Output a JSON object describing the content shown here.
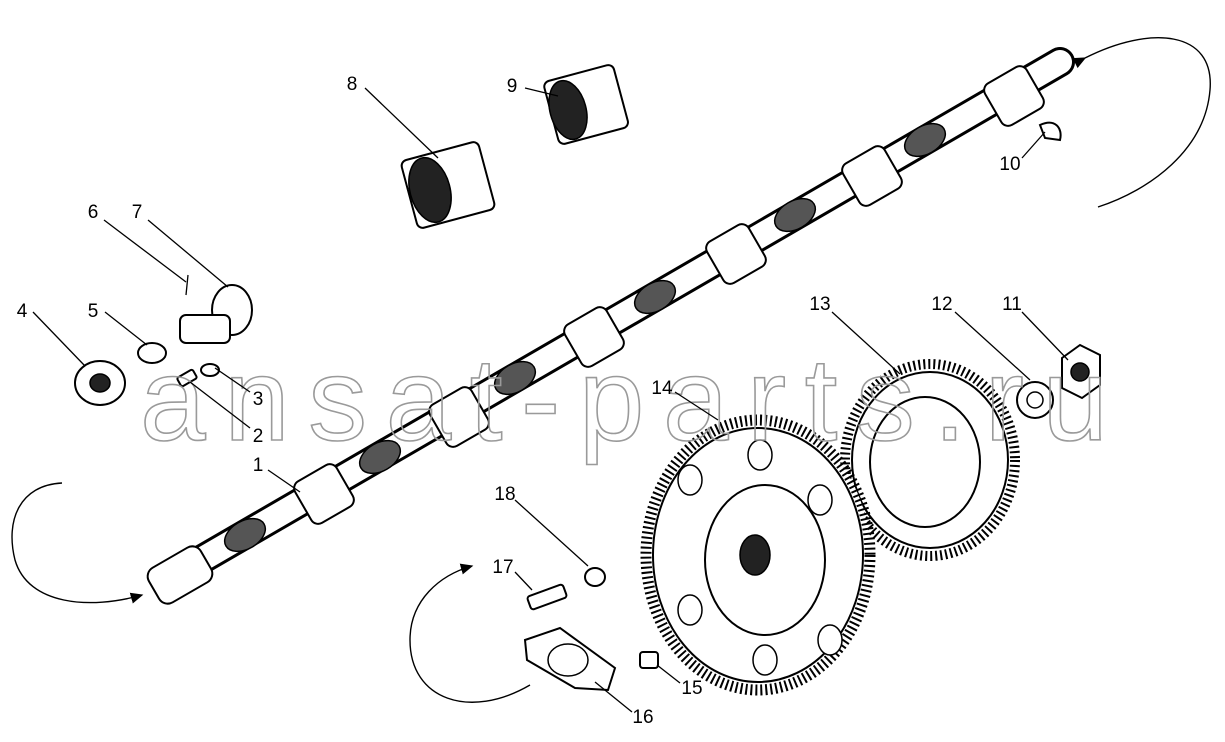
{
  "diagram": {
    "labels": [
      "1",
      "2",
      "3",
      "4",
      "5",
      "6",
      "7",
      "8",
      "9",
      "10",
      "11",
      "12",
      "13",
      "14",
      "15",
      "16",
      "17",
      "18"
    ],
    "watermark": "ansat-parts.ru"
  }
}
